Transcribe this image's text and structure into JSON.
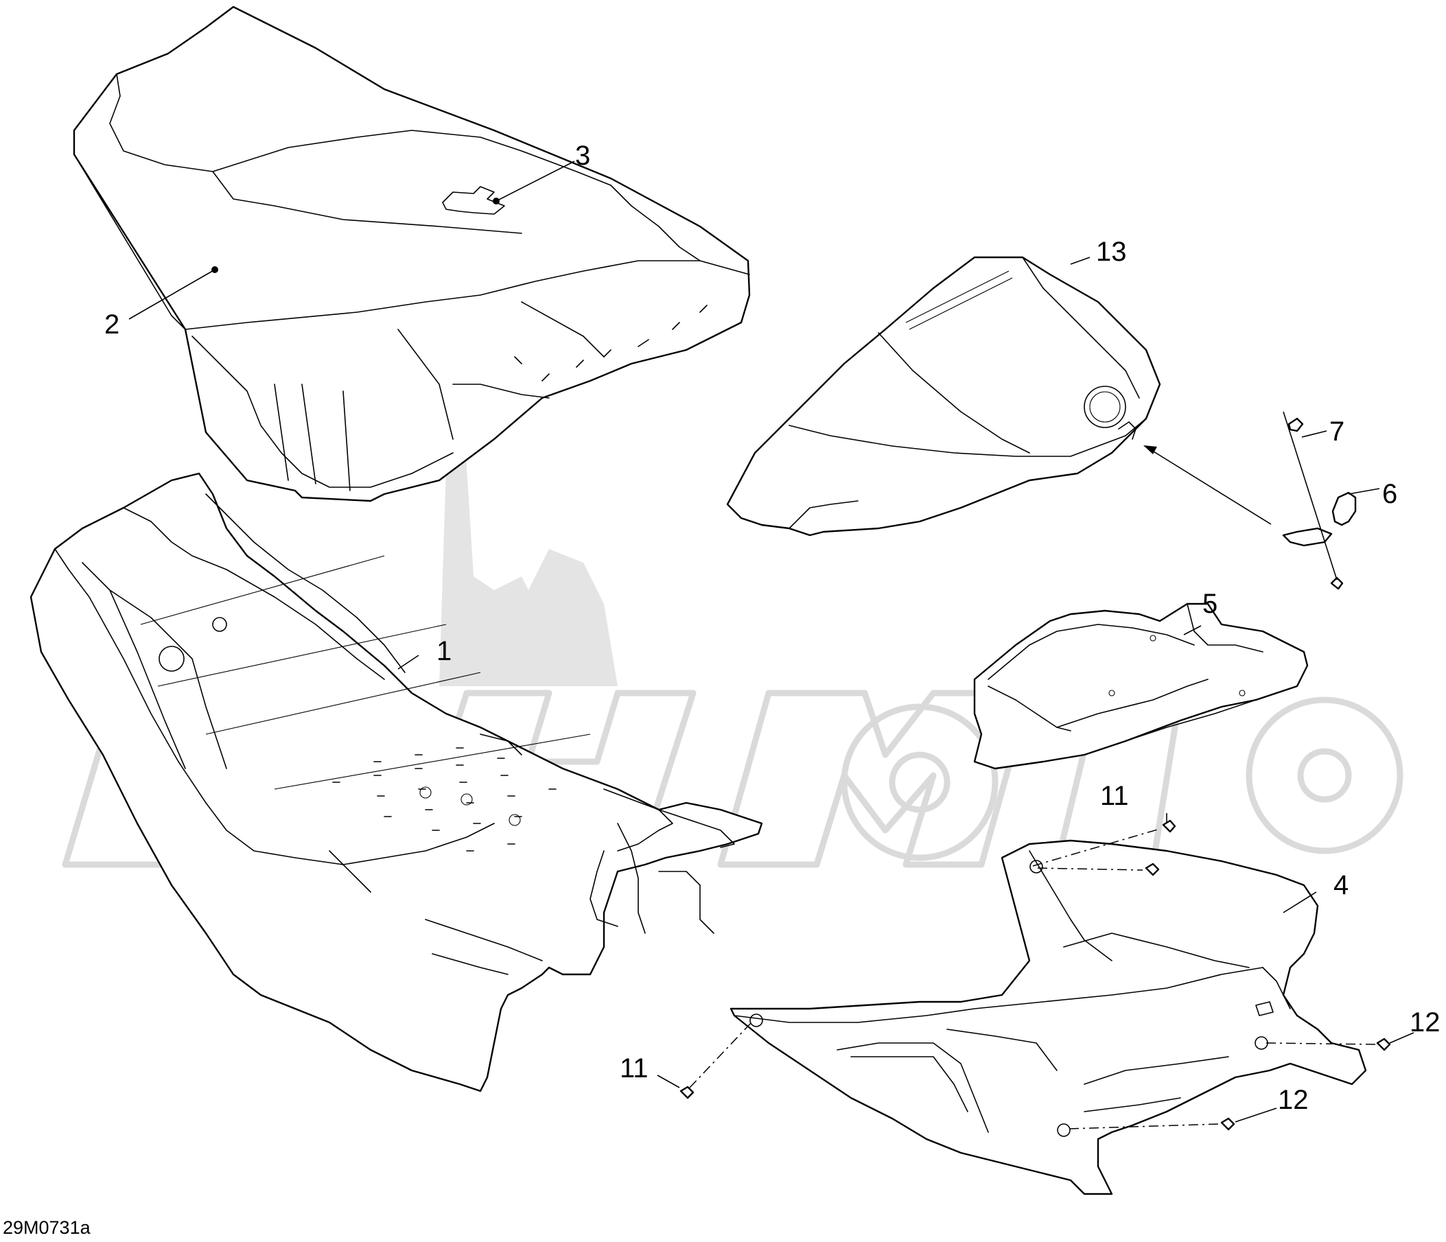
{
  "diagram": {
    "reference_code": "29M0731a",
    "callouts": [
      {
        "id": "c1",
        "label": "1"
      },
      {
        "id": "c2",
        "label": "2"
      },
      {
        "id": "c3",
        "label": "3"
      },
      {
        "id": "c4",
        "label": "4"
      },
      {
        "id": "c5",
        "label": "5"
      },
      {
        "id": "c6",
        "label": "6"
      },
      {
        "id": "c7",
        "label": "7"
      },
      {
        "id": "c11a",
        "label": "11"
      },
      {
        "id": "c11b",
        "label": "11"
      },
      {
        "id": "c12a",
        "label": "12"
      },
      {
        "id": "c12b",
        "label": "12"
      },
      {
        "id": "c13",
        "label": "13"
      }
    ]
  }
}
